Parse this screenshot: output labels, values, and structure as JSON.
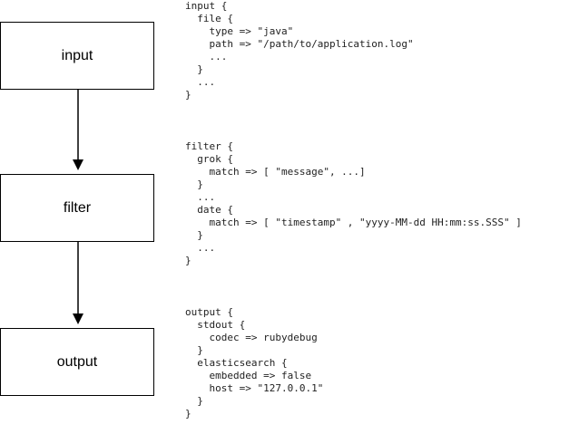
{
  "stages": [
    {
      "id": "input",
      "label": "input"
    },
    {
      "id": "filter",
      "label": "filter"
    },
    {
      "id": "output",
      "label": "output"
    }
  ],
  "code_blocks": {
    "input": [
      "input {",
      "  file {",
      "    type => \"java\"",
      "    path => \"/path/to/application.log\"",
      "    ...",
      "  }",
      "  ...",
      "}"
    ],
    "filter": [
      "filter {",
      "  grok {",
      "    match => [ \"message\", ...]",
      "  }",
      "  ...",
      "  date {",
      "    match => [ \"timestamp\" , \"yyyy-MM-dd HH:mm:ss.SSS\" ]",
      "  }",
      "  ...",
      "}"
    ],
    "output": [
      "output {",
      "  stdout {",
      "    codec => rubydebug",
      "  }",
      "  elasticsearch {",
      "    embedded => false",
      "    host => \"127.0.0.1\"",
      "  }",
      "}"
    ]
  },
  "colors": {
    "box_border": "#000000",
    "code_text": "#222222",
    "arrow": "#000000"
  }
}
